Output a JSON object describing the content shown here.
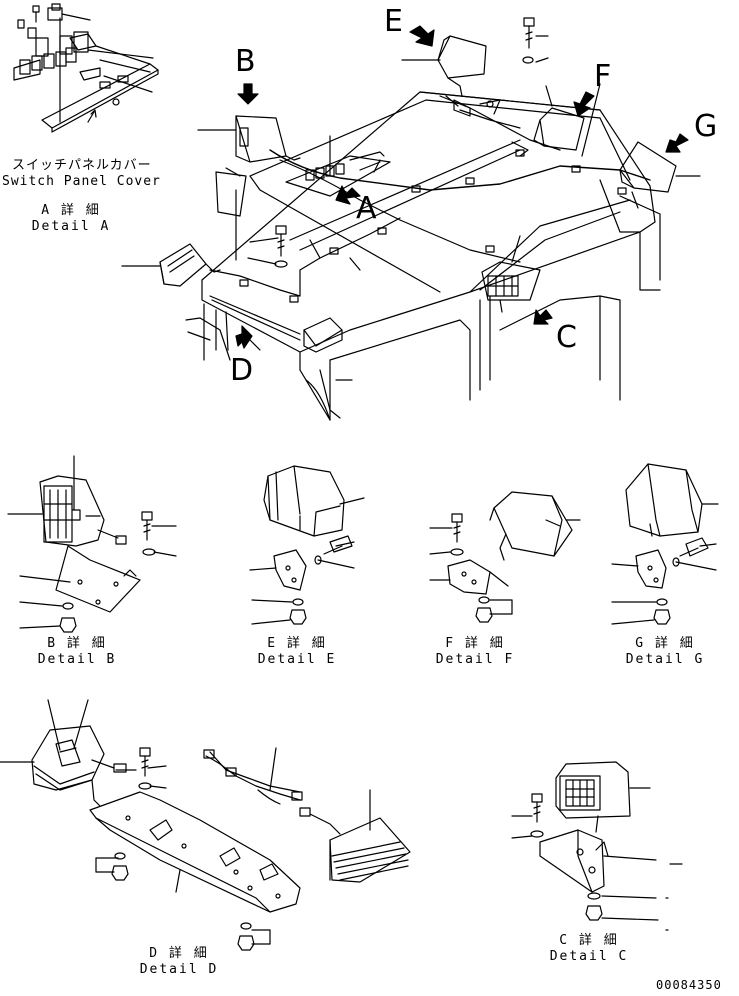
{
  "diagram": {
    "drawing_number": "00084350",
    "switch_panel_cover_jp": "スイッチパネルカバー",
    "switch_panel_cover_en": "Switch Panel Cover",
    "view_letters": {
      "A": "A",
      "B": "B",
      "C": "C",
      "D": "D",
      "E": "E",
      "F": "F",
      "G": "G"
    },
    "details": [
      {
        "jp": "A 詳 細",
        "en": "Detail A"
      },
      {
        "jp": "B 詳 細",
        "en": "Detail B"
      },
      {
        "jp": "E 詳 細",
        "en": "Detail E"
      },
      {
        "jp": "F 詳 細",
        "en": "Detail F"
      },
      {
        "jp": "G 詳 細",
        "en": "Detail G"
      },
      {
        "jp": "D 詳 細",
        "en": "Detail D"
      },
      {
        "jp": "C 詳 細",
        "en": "Detail C"
      }
    ]
  }
}
